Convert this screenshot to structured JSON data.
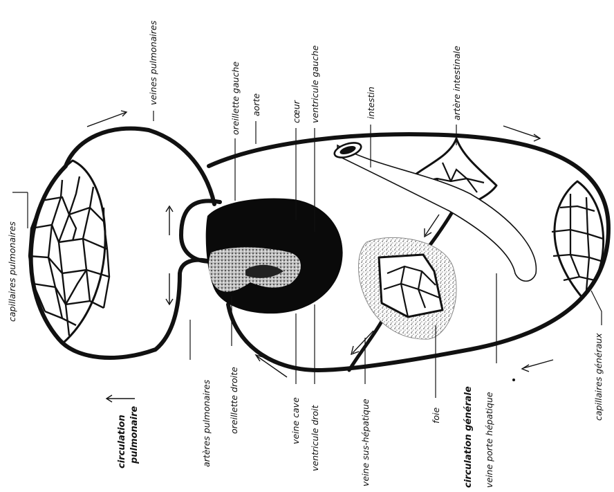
{
  "labels": {
    "veines_pulmonaires": "veines pulmonaires",
    "oreillette_gauche": "oreillette gauche",
    "aorte": "aorte",
    "coeur": "cœur",
    "ventricule_gauche": "ventricule gauche",
    "intestin": "intestin",
    "artere_intestinale": "artère intestinale",
    "capillaires_pulmonaires": "capillaires pulmonaires",
    "circulation_pulmonaire_1": "circulation",
    "circulation_pulmonaire_2": "pulmonaire",
    "arteres_pulmonaires": "artères pulmonaires",
    "oreillette_droite": "oreillette droite",
    "veine_cave": "veine cave",
    "ventricule_droit": "ventricule droit",
    "veine_sus_hepatique": "veine sus-hépatique",
    "foie": "foie",
    "circulation_generale": "circulation générale",
    "veine_porte_hepatique": "veine porte hépatique",
    "capillaires_generaux": "capillaires généraux"
  },
  "colors": {
    "ink": "#111111",
    "paper": "#ffffff",
    "liver_stipple": "#7a7a7a"
  }
}
